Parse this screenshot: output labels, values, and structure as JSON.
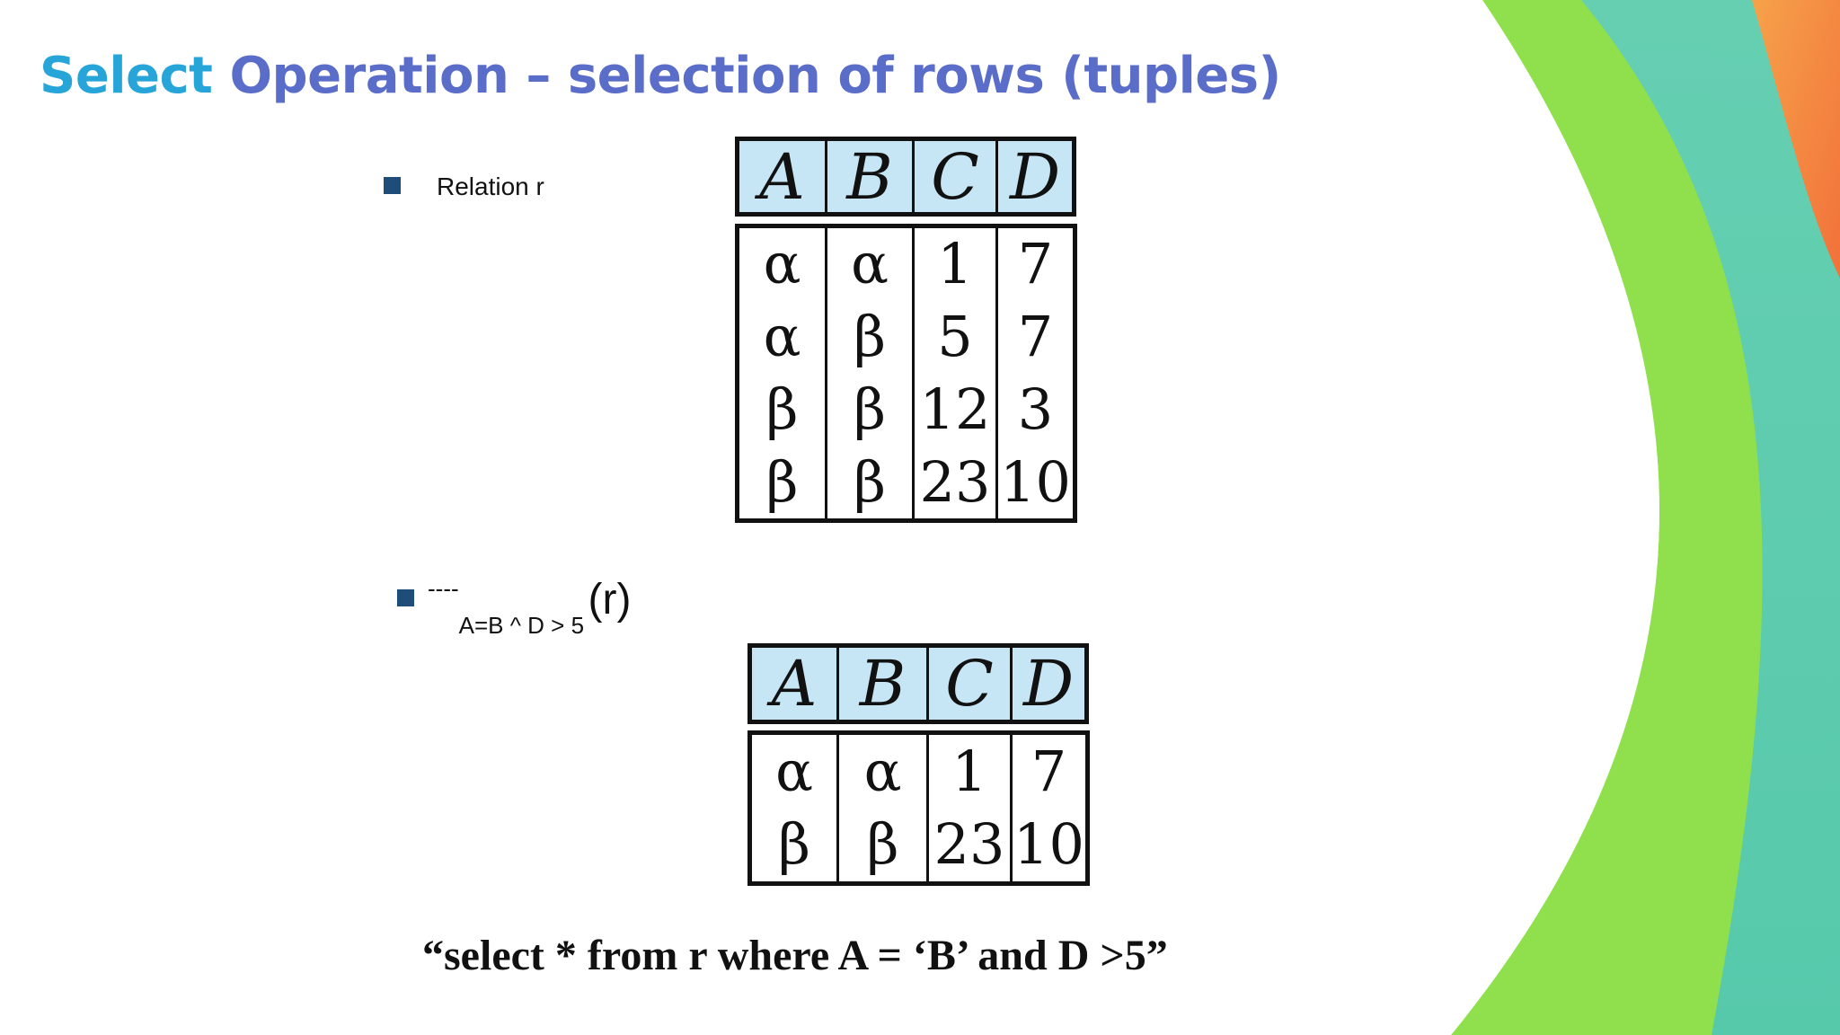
{
  "slide": {
    "title_part1": "Select",
    "title_part2": "Operation – selection of rows (tuples)",
    "bullet1": "Relation r",
    "bullet2_sigma": "----",
    "bullet2_sub": "A=B ^ D > 5",
    "bullet2_arg": "(r)",
    "sql": "“select * from r where A  = ‘B’ and D >5”"
  },
  "relation_r": {
    "columns": [
      "A",
      "B",
      "C",
      "D"
    ],
    "rows": [
      [
        "α",
        "α",
        "1",
        "7"
      ],
      [
        "α",
        "β",
        "5",
        "7"
      ],
      [
        "β",
        "β",
        "12",
        "3"
      ],
      [
        "β",
        "β",
        "23",
        "10"
      ]
    ]
  },
  "result": {
    "columns": [
      "A",
      "B",
      "C",
      "D"
    ],
    "rows": [
      [
        "α",
        "α",
        "1",
        "7"
      ],
      [
        "β",
        "β",
        "23",
        "10"
      ]
    ]
  },
  "colors": {
    "title_accent": "#27a5d9",
    "title_main": "#5a6dc8",
    "header_fill": "#c6e6f5",
    "bullet": "#1f4d7a",
    "deco_teal": "#5fcfae",
    "deco_green": "#8ee04a",
    "deco_orange": "#f5893a"
  }
}
